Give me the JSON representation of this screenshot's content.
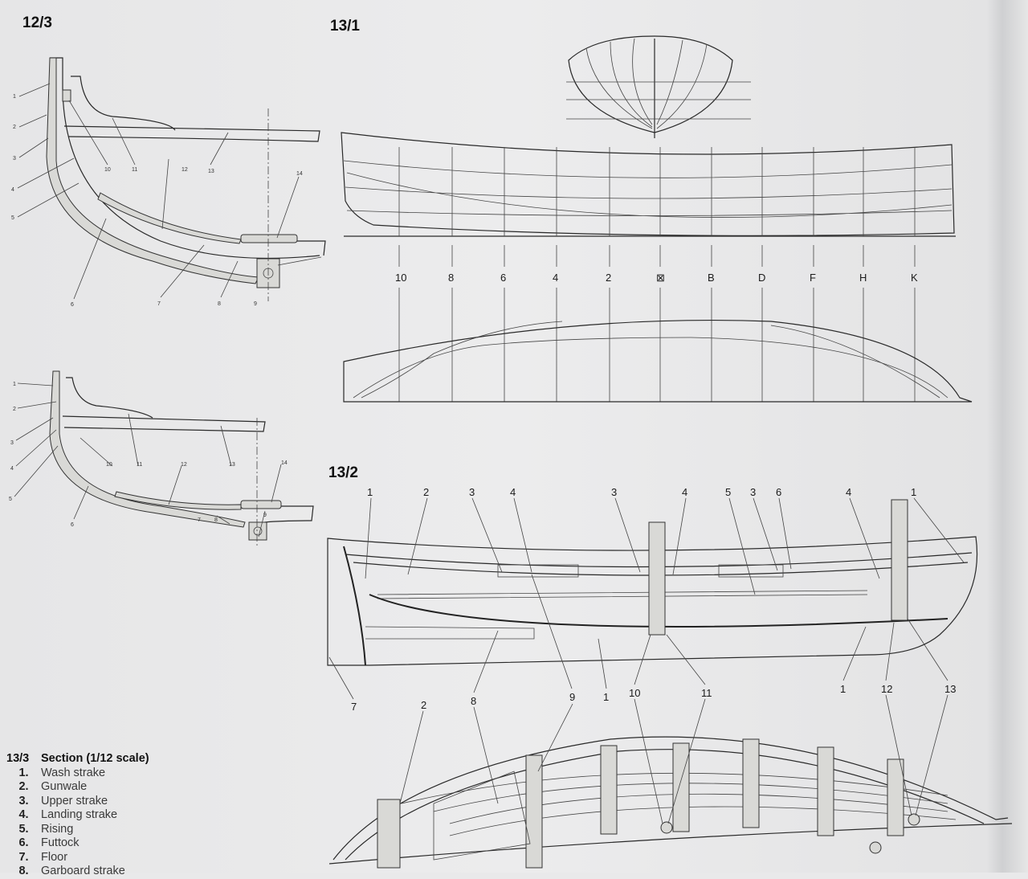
{
  "figures": {
    "fig_12_3": "12/3",
    "fig_13_1": "13/1",
    "fig_13_2": "13/2"
  },
  "section_upper_labels": [
    "1",
    "2",
    "3",
    "4",
    "5",
    "6",
    "7",
    "8",
    "9",
    "10",
    "11",
    "12",
    "13",
    "14"
  ],
  "section_lower_labels": [
    "1",
    "2",
    "3",
    "4",
    "5",
    "6",
    "7",
    "8",
    "9",
    "10",
    "11",
    "12",
    "13",
    "14"
  ],
  "stations": [
    "10",
    "8",
    "6",
    "4",
    "2",
    "⊠",
    "B",
    "D",
    "F",
    "H",
    "K"
  ],
  "profile_top_labels": [
    "1",
    "2",
    "3",
    "4",
    "3",
    "4",
    "5",
    "3",
    "6",
    "4",
    "1"
  ],
  "profile_bottom_labels": [
    "7",
    "2",
    "8",
    "9",
    "1",
    "10",
    "11",
    "1",
    "12",
    "13"
  ],
  "legend": {
    "fig": "13/3",
    "title": "Section (1/12 scale)",
    "items": [
      {
        "num": "1.",
        "name": "Wash strake"
      },
      {
        "num": "2.",
        "name": "Gunwale"
      },
      {
        "num": "3.",
        "name": "Upper strake"
      },
      {
        "num": "4.",
        "name": "Landing strake"
      },
      {
        "num": "5.",
        "name": "Rising"
      },
      {
        "num": "6.",
        "name": "Futtock"
      },
      {
        "num": "7.",
        "name": "Floor"
      },
      {
        "num": "8.",
        "name": "Garboard strake"
      }
    ]
  }
}
